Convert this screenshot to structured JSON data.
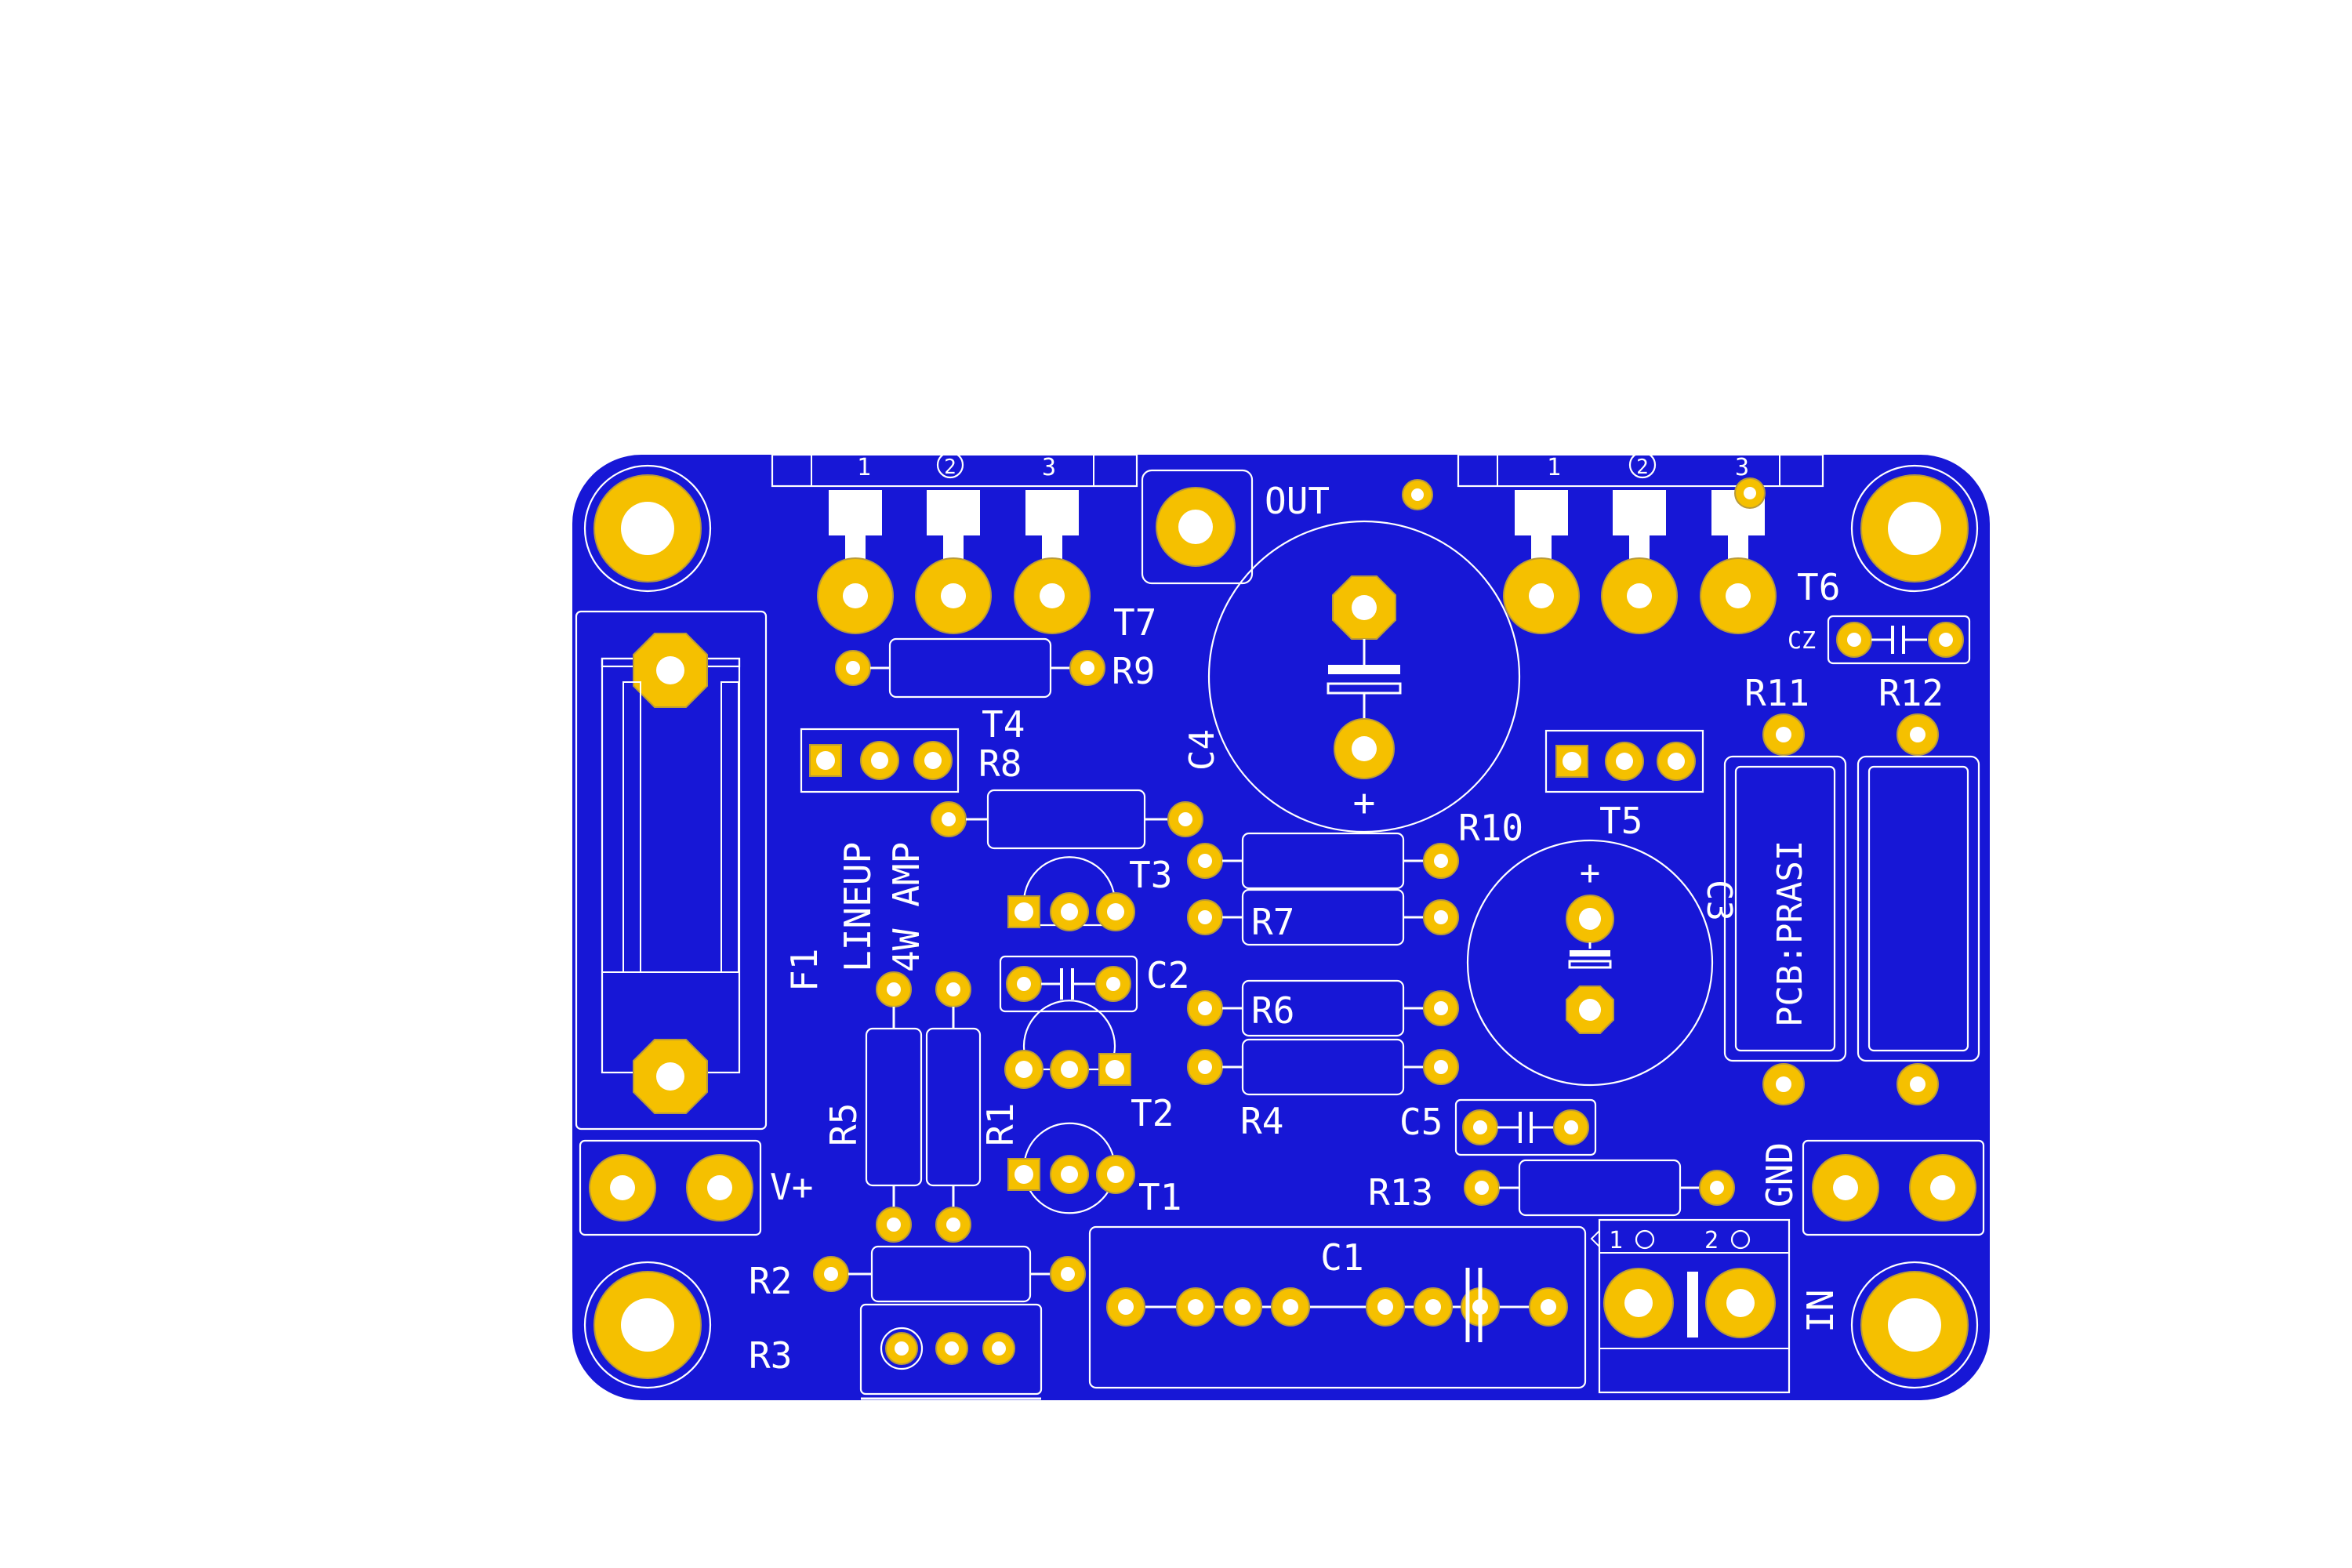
{
  "board": {
    "color": "#1717d6",
    "pad_color": "#f5c000",
    "silk_color": "#ffffff"
  },
  "labels": {
    "t7": "T7",
    "r9": "R9",
    "t4": "T4",
    "r8": "R8",
    "t3": "T3",
    "c2": "C2",
    "r5": "R5",
    "r1": "R1",
    "t2": "T2",
    "t1": "T1",
    "f1": "F1",
    "v_plus": "V+",
    "r2": "R2",
    "r3": "R3",
    "c1": "C1",
    "out": "OUT",
    "c4": "C4",
    "r10": "R10",
    "r7": "R7",
    "r6": "R6",
    "r4": "R4",
    "c5": "C5",
    "r13": "R13",
    "t5": "T5",
    "c3": "C3",
    "t6": "T6",
    "cz": "CZ",
    "r11": "R11",
    "r12": "R12",
    "pcb_prasi": "PCB:PRASI",
    "gnd": "GND",
    "in": "IN",
    "lineup": "LINEUP",
    "amp": "4W AMP",
    "plus": "+",
    "pin1": "1",
    "pin2": "2",
    "pin3": "3"
  },
  "icons": {
    "mounting_hole": "mounting-hole-icon",
    "capacitor_symbol": "capacitor-symbol-icon",
    "polarized_capacitor_symbol": "polarized-capacitor-symbol-icon"
  }
}
